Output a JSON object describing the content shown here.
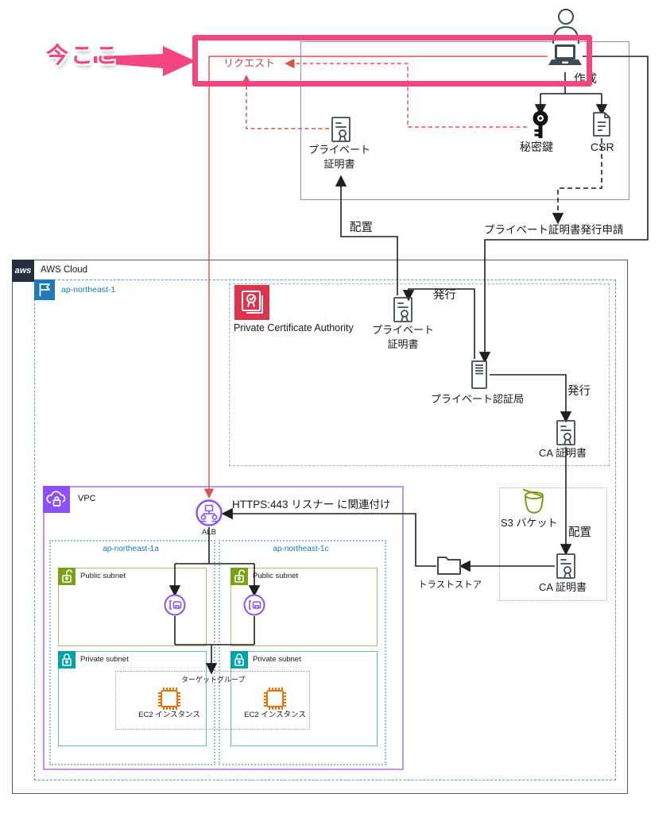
{
  "annotation": {
    "now_here": "今ここ",
    "request": "リクエスト"
  },
  "actor": {
    "create": "作成",
    "private_key": "秘密鍵",
    "csr": "CSR"
  },
  "top_cert": {
    "line1": "プライベート",
    "line2": "証明書"
  },
  "flow": {
    "deploy_top": "配置",
    "issuance_request": "プライベート証明書発行申請"
  },
  "aws": {
    "logo": "aws",
    "cloud": "AWS Cloud",
    "region": "ap-northeast-1"
  },
  "pca": {
    "title": "Private Certificate Authority",
    "cert_line1": "プライベート",
    "cert_line2": "証明書",
    "issue1": "発行",
    "private_ca": "プライベート認証局",
    "issue2": "発行",
    "ca_cert": "CA 証明書"
  },
  "s3": {
    "bucket": "S3 バケット",
    "deploy": "配置",
    "ca_cert": "CA 証明書"
  },
  "trust_store": {
    "label": "トラストストア"
  },
  "vpc": {
    "label": "VPC",
    "alb": "ALB",
    "listener_assoc": "HTTPS:443 リスナー に関連付け",
    "az_a": "ap-northeast-1a",
    "az_c": "ap-northeast-1c",
    "public_subnet": "Public subnet",
    "private_subnet": "Private subnet",
    "target_group": "ターゲットグループ",
    "ec2": "EC2 インスタンス"
  },
  "colors": {
    "highlight_pink": "#F5457E",
    "request_red": "#D9534F",
    "pca_red": "#DD344C",
    "region_blue": "#147EBA",
    "vpc_purple": "#8C4FFF",
    "public_subnet_green": "#7AA116",
    "private_subnet_teal": "#00A4A6",
    "ec2_orange": "#ED7100",
    "s3_green": "#7AA116"
  }
}
